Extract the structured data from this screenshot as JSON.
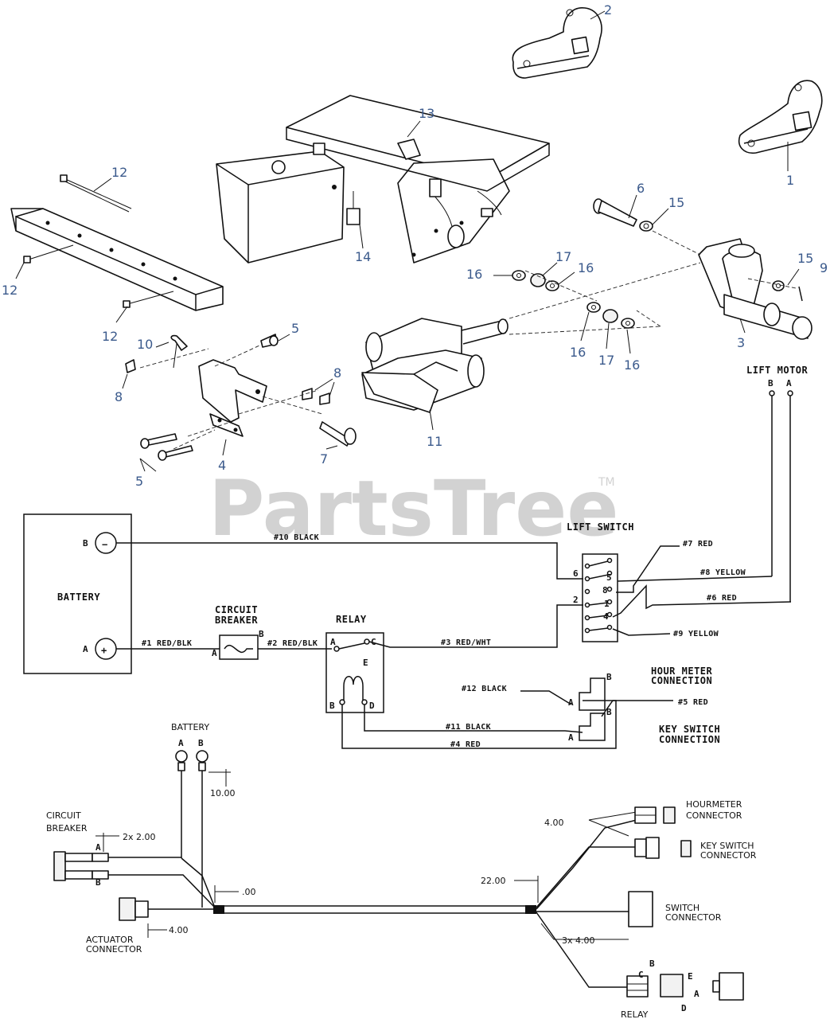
{
  "watermark": {
    "brand": "PartsTree",
    "tm": "TM"
  },
  "callouts": [
    "1",
    "2",
    "3",
    "4",
    "5",
    "5",
    "6",
    "7",
    "8",
    "8",
    "9",
    "10",
    "11",
    "12",
    "12",
    "12",
    "13",
    "14",
    "15",
    "15",
    "16",
    "16",
    "16",
    "16",
    "17",
    "17"
  ],
  "schematic": {
    "battery": {
      "title": "BATTERY",
      "neg_pin": "B",
      "pos_pin": "A",
      "neg_symbol": "−",
      "pos_symbol": "+"
    },
    "circuit_breaker": {
      "title_line1": "CIRCUIT",
      "title_line2": "BREAKER",
      "pin_a": "A",
      "pin_b": "B"
    },
    "relay": {
      "title": "RELAY",
      "pins": [
        "A",
        "C",
        "E",
        "B",
        "D"
      ]
    },
    "lift_switch": {
      "title": "LIFT SWITCH",
      "pins": [
        "6",
        "5",
        "8",
        "2",
        "1",
        "4"
      ]
    },
    "lift_motor": {
      "title": "LIFT MOTOR",
      "pins": [
        "B",
        "A"
      ]
    },
    "hour_meter": {
      "title_line1": "HOUR METER",
      "title_line2": "CONNECTION",
      "pins": [
        "A",
        "B"
      ]
    },
    "key_switch": {
      "title_line1": "KEY SWITCH",
      "title_line2": "CONNECTION",
      "pins": [
        "A",
        "B"
      ]
    },
    "wires": [
      "#10 BLACK",
      "#1 RED/BLK",
      "#2 RED/BLK",
      "#3 RED/WHT",
      "#7 RED",
      "#8 YELLOW",
      "#6 RED",
      "#9 YELLOW",
      "#12 BLACK",
      "#5 RED",
      "#11 BLACK",
      "#4 RED"
    ]
  },
  "harness": {
    "battery": {
      "title": "BATTERY",
      "pins": [
        "A",
        "B"
      ]
    },
    "circuit_breaker": {
      "line1": "CIRCUIT",
      "line2": "BREAKER",
      "pins": [
        "A",
        "B"
      ]
    },
    "actuator": {
      "line1": "ACTUATOR",
      "line2": "CONNECTOR"
    },
    "hourmeter": {
      "line1": "HOURMETER",
      "line2": "CONNECTOR"
    },
    "key_switch": {
      "line1": "KEY SWITCH",
      "line2": "CONNECTOR"
    },
    "switch": {
      "line1": "SWITCH",
      "line2": "CONNECTOR"
    },
    "relay": {
      "title": "RELAY",
      "pins": [
        "B",
        "C",
        "E",
        "A",
        "D"
      ]
    },
    "dims": {
      "d1": "10.00",
      "d2": "2x 2.00",
      "d3": ".00",
      "d4": "4.00",
      "d5": "22.00",
      "d6": "4.00",
      "d7": "3x 4.00"
    }
  }
}
